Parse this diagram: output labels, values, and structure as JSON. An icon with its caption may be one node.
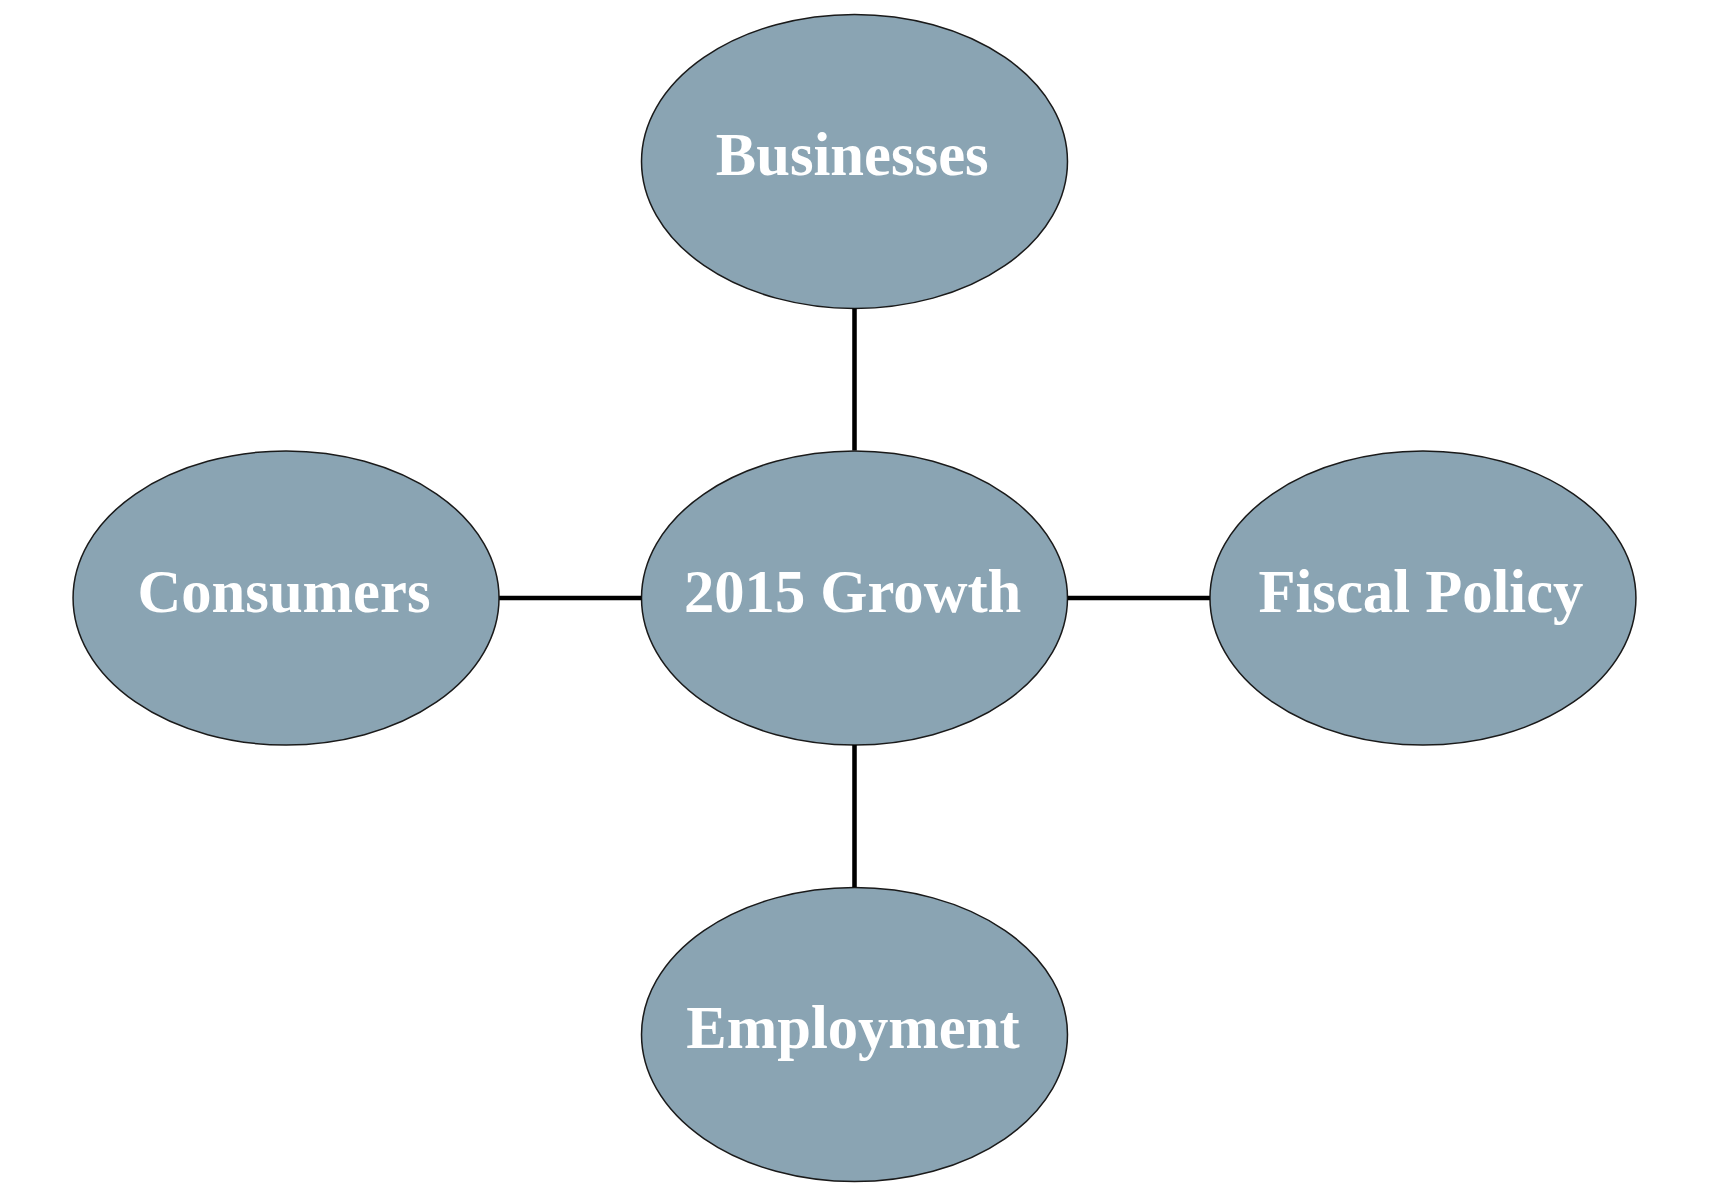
{
  "diagram": {
    "nodes": [
      {
        "text": [
          "Businesses"
        ]
      },
      {
        "text": [
          "Consumers"
        ]
      },
      {
        "text": [
          "2015 Growth"
        ]
      },
      {
        "text": [
          "Fiscal Policy"
        ]
      },
      {
        "text": [
          "Employment"
        ]
      }
    ],
    "edges": [
      {
        "from": 2,
        "to": 0,
        "arrow": "none"
      },
      {
        "from": 2,
        "to": 1,
        "arrow": "none"
      },
      {
        "from": 2,
        "to": 3,
        "arrow": "none"
      },
      {
        "from": 2,
        "to": 4,
        "arrow": "none"
      }
    ]
  }
}
